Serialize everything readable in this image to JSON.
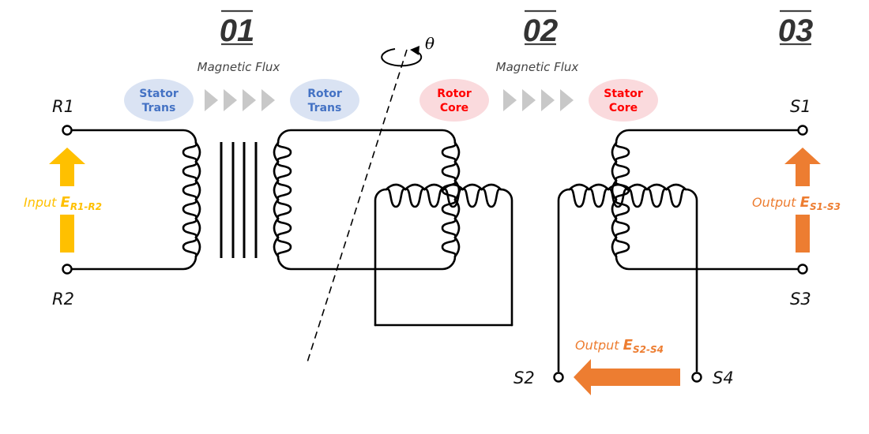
{
  "stages": [
    {
      "number": "01"
    },
    {
      "number": "02"
    },
    {
      "number": "03"
    }
  ],
  "flux_label": "Magnetic Flux",
  "rotation_symbol": "θ",
  "flow_nodes": [
    {
      "line1": "Stator",
      "line2": "Trans",
      "group": "transformer"
    },
    {
      "line1": "Rotor",
      "line2": "Trans",
      "group": "transformer"
    },
    {
      "line1": "Rotor",
      "line2": "Core",
      "group": "core"
    },
    {
      "line1": "Stator",
      "line2": "Core",
      "group": "core"
    }
  ],
  "flow_arrow_count": 4,
  "terminals": {
    "r1": "R1",
    "r2": "R2",
    "s1": "S1",
    "s2": "S2",
    "s3": "S3",
    "s4": "S4"
  },
  "signals": {
    "input": {
      "prefix": "Input ",
      "symbol": "E",
      "subscript": "R1-R2"
    },
    "output_s1_s3": {
      "prefix": "Output ",
      "symbol": "E",
      "subscript": "S1-S3"
    },
    "output_s2_s4": {
      "prefix": "Output ",
      "symbol": "E",
      "subscript": "S2-S4"
    }
  },
  "colors": {
    "transformer_fill": "#dae3f3",
    "transformer_text": "#4472c4",
    "core_fill": "#fadadd",
    "core_text": "#ff0000",
    "flux_arrow": "#c8c8c8",
    "input_arrow": "#ffc000",
    "output_arrow": "#ed7d31"
  }
}
